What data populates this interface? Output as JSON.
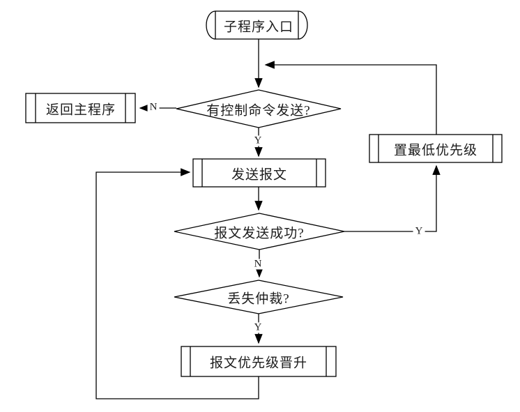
{
  "diagram": {
    "nodes": {
      "entry": {
        "label": "子程序入口",
        "shape": "terminator"
      },
      "return_main": {
        "label": "返回主程序",
        "shape": "predefined-process"
      },
      "has_command": {
        "label": "有控制命令发送?",
        "shape": "decision"
      },
      "set_lowest_priority": {
        "label": "置最低优先级",
        "shape": "predefined-process"
      },
      "send_message": {
        "label": "发送报文",
        "shape": "predefined-process"
      },
      "send_success": {
        "label": "报文发送成功?",
        "shape": "decision"
      },
      "lost_arbitration": {
        "label": "丢失仲裁?",
        "shape": "decision"
      },
      "promote_priority": {
        "label": "报文优先级晋升",
        "shape": "predefined-process"
      }
    },
    "edge_labels": {
      "has_command_no": "N",
      "has_command_yes": "Y",
      "send_success_yes": "Y",
      "send_success_no": "N",
      "lost_arbitration_yes": "Y"
    },
    "colors": {
      "line": "#000000",
      "text": "#1c1c1c",
      "background": "#ffffff"
    }
  }
}
